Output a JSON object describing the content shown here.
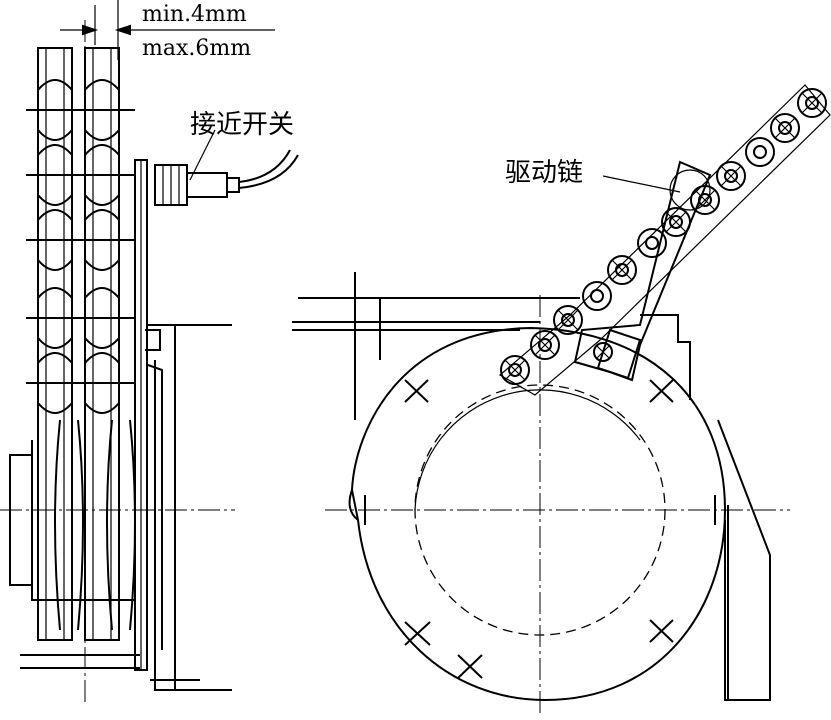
{
  "labels": {
    "min_gap": "min.4mm",
    "max_gap": "max.6mm",
    "proximity_switch": "接近开关",
    "drive_chain": "驱动链"
  },
  "colors": {
    "line": "#000000",
    "background": "#ffffff"
  }
}
